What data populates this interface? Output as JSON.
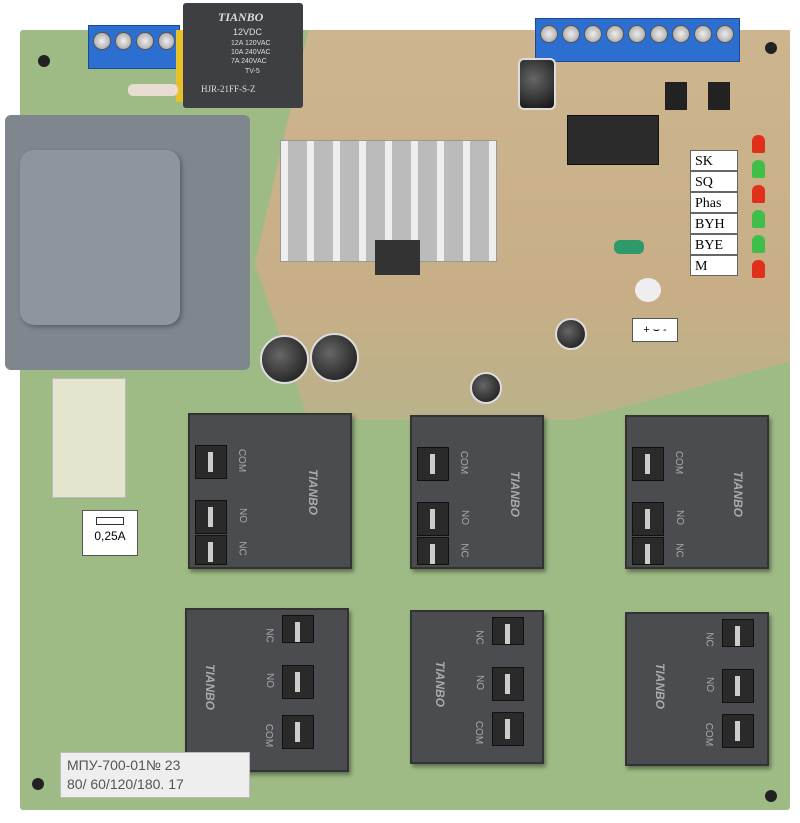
{
  "small_relay": {
    "brand": "TIANBO",
    "voltage": "12VDC",
    "ratings": [
      "12A 120VAC",
      "10A 240VAC",
      "7A 240VAC"
    ],
    "tv": "TV-5",
    "model": "HJR-21FF-S-Z"
  },
  "indicator_labels": [
    "SK",
    "SQ",
    "Phas",
    "BYH",
    "BYE",
    "M"
  ],
  "led_colors": [
    "#e0301c",
    "#3fbf4a",
    "#e0301c",
    "#3fbf4a",
    "#3fbf4a",
    "#e0301c"
  ],
  "fuse_label": "0,25A",
  "power_relays": {
    "brand": "TIANBO",
    "pins": [
      "COM",
      "NO",
      "NC"
    ]
  },
  "serial_label": {
    "line1": "МПУ-700-01№  23",
    "line2": "80/ 60/120/180. 17"
  },
  "trimmer_label": "+ ⌣ -"
}
